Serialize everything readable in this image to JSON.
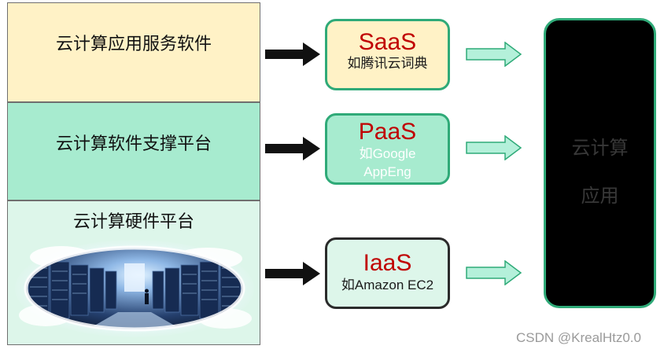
{
  "layers": {
    "saas": "云计算应用服务软件",
    "paas": "云计算软件支撑平台",
    "iaas": "云计算硬件平台"
  },
  "services": {
    "saas": {
      "name": "SaaS",
      "desc": "如腾讯云词典"
    },
    "paas": {
      "name": "PaaS",
      "desc_line1": "如Google",
      "desc_line2": "AppEng"
    },
    "iaas": {
      "name": "IaaS",
      "desc": "如Amazon EC2"
    }
  },
  "app": {
    "line1": "云计算",
    "line2": "应用"
  },
  "watermark": "CSDN @KrealHtz0.0",
  "colors": {
    "saas_fill": "#fff2c6",
    "paas_fill": "#a7ebcf",
    "iaas_fill": "#ddf6ea",
    "service_name": "#c00000",
    "box_border": "#2faa78",
    "app_fill": "#000000"
  }
}
